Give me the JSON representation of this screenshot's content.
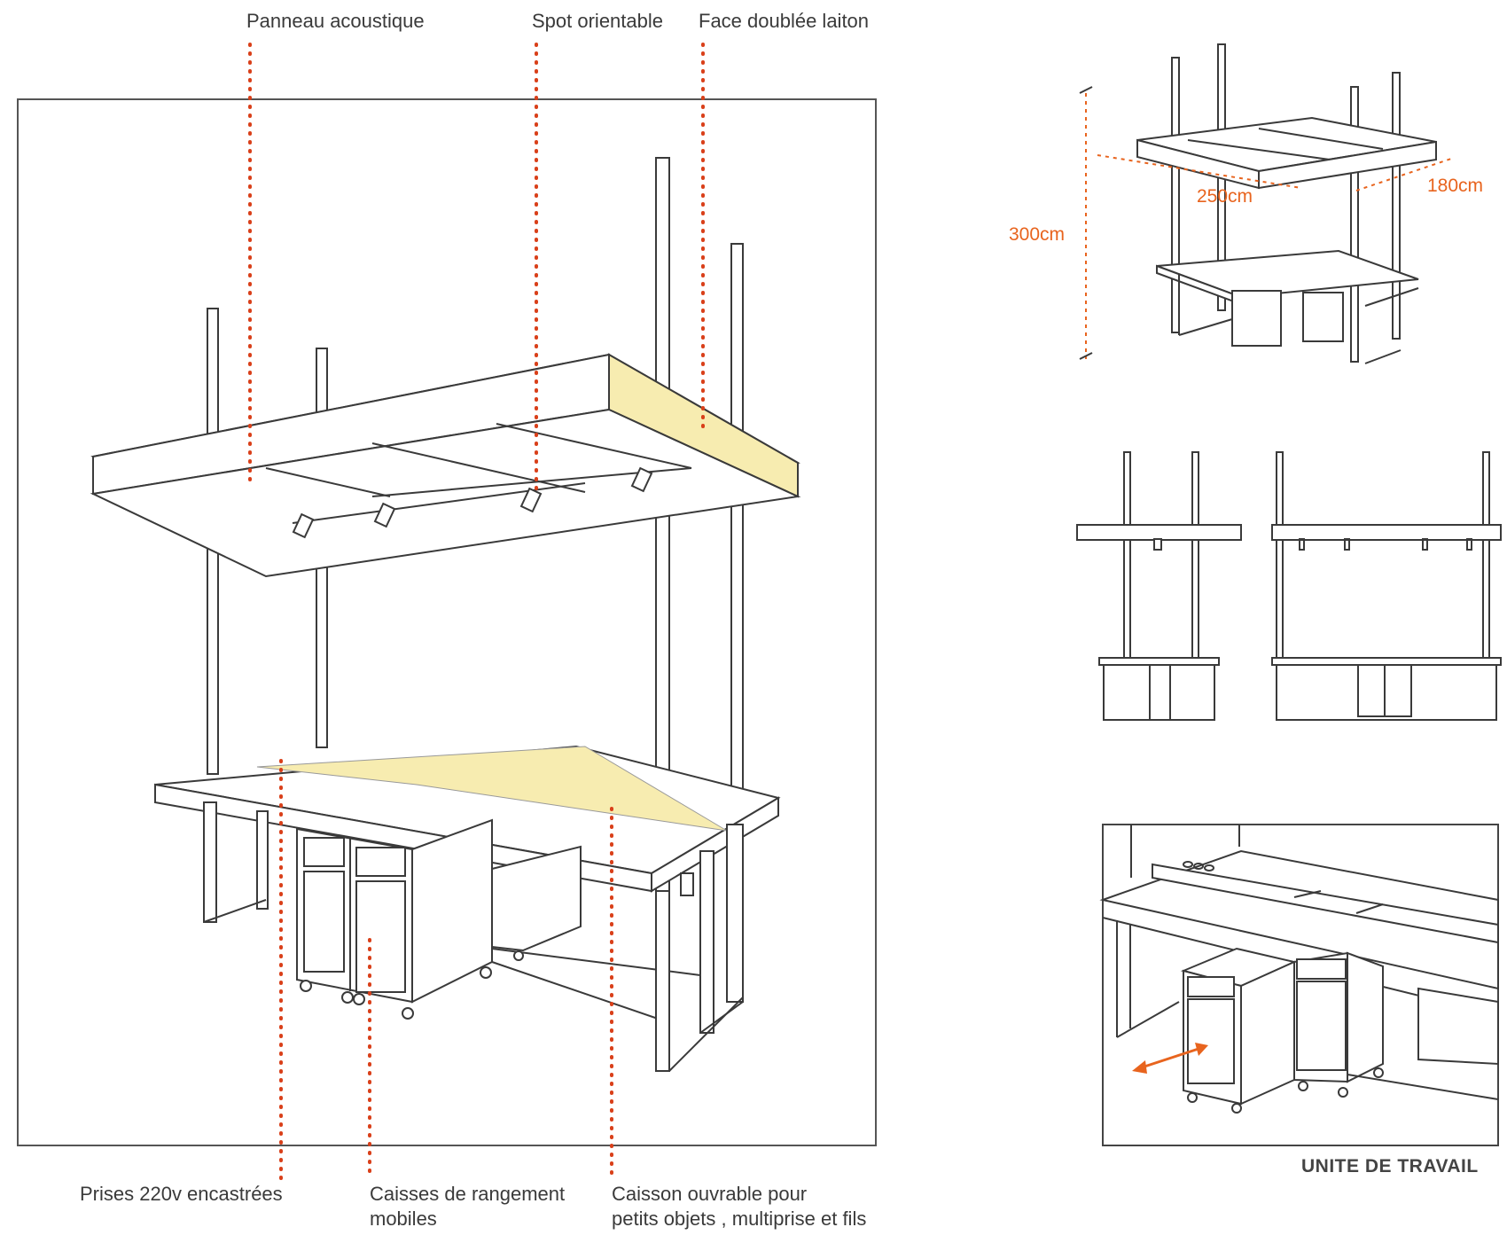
{
  "labels": {
    "top": [
      "Panneau acoustique",
      "Spot orientable",
      "Face doublée laiton"
    ],
    "bottom": [
      "Prises 220v encastrées",
      "Caisses de rangement",
      "mobiles",
      "Caisson ouvrable pour",
      "petits objets , multiprise et fils"
    ]
  },
  "dimensions": {
    "height": "300cm",
    "length": "250cm",
    "depth": "180cm"
  },
  "title": "UNITE DE TRAVAIL",
  "colors": {
    "accent": "#e8641e",
    "dots": "#d9401a",
    "brass": "#f7ecb0",
    "line": "#3a3a3a"
  }
}
